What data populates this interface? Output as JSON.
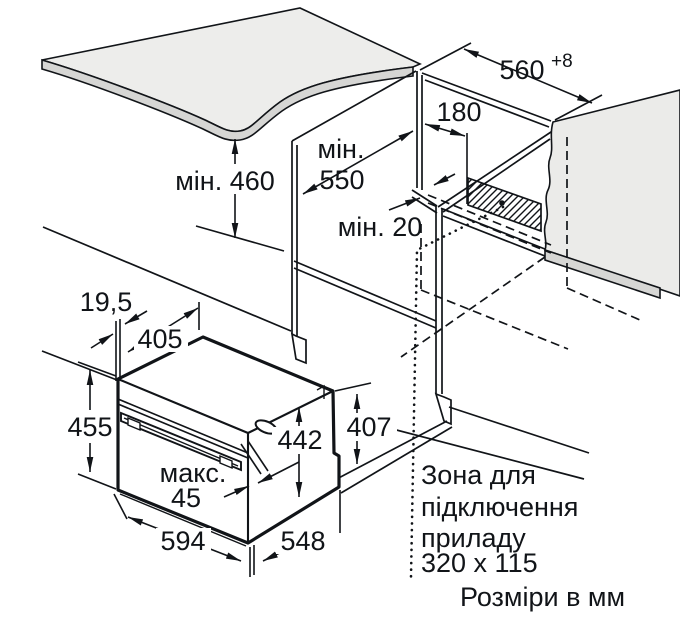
{
  "colors": {
    "ink": "#111418",
    "countertop_surface": "#ededeb",
    "cut_edge": "#d6d6d4",
    "side_wall": "#ebebe9"
  },
  "dimensions": {
    "min460": "мін. 460",
    "min550_line1": "мін.",
    "min550_line2": "550",
    "w180": "180",
    "w560": "560",
    "w560_tol": "+8",
    "min20": "мін. 20",
    "d19_5": "19,5",
    "d405": "405",
    "h455": "455",
    "h442": "442",
    "h407": "407",
    "max_label": "макс.",
    "max_value": "45",
    "w594": "594",
    "d548": "548"
  },
  "connection_zone": {
    "line1": "Зона для",
    "line2": "підключення",
    "line3": "приладу",
    "line4": "320 x 115"
  },
  "note": "Розміри в мм"
}
